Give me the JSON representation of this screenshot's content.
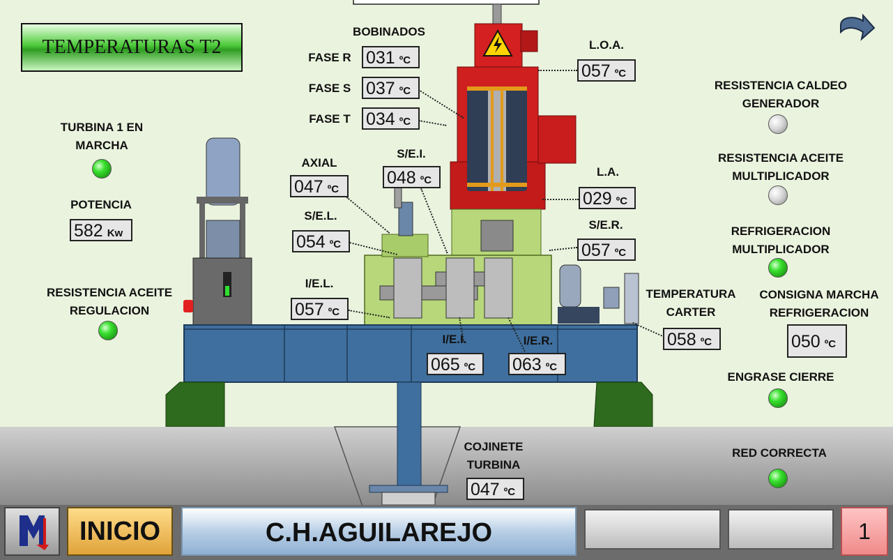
{
  "title": "TEMPERATURAS T2",
  "bobinados": {
    "header": "BOBINADOS",
    "fase_r": {
      "label": "FASE R",
      "value": "031",
      "unit": "ºC"
    },
    "fase_s": {
      "label": "FASE S",
      "value": "037",
      "unit": "ºC"
    },
    "fase_t": {
      "label": "FASE T",
      "value": "034",
      "unit": "ºC"
    }
  },
  "loa": {
    "label": "L.O.A.",
    "value": "057",
    "unit": "ºC"
  },
  "la": {
    "label": "L.A.",
    "value": "029",
    "unit": "ºC"
  },
  "ser": {
    "label": "S/E.R.",
    "value": "057",
    "unit": "ºC"
  },
  "sei": {
    "label": "S/E.I.",
    "value": "048",
    "unit": "ºC"
  },
  "axial": {
    "label": "AXIAL",
    "value": "047",
    "unit": "ºC"
  },
  "sel": {
    "label": "S/E.L.",
    "value": "054",
    "unit": "ºC"
  },
  "iel": {
    "label": "I/E.L.",
    "value": "057",
    "unit": "ºC"
  },
  "iei": {
    "label": "I/E.I.",
    "value": "065",
    "unit": "ºC"
  },
  "ier": {
    "label": "I/E.R.",
    "value": "063",
    "unit": "ºC"
  },
  "carter": {
    "label": "TEMPERATURA CARTER",
    "value": "058",
    "unit": "ºC"
  },
  "cojinete": {
    "label": "COJINETE TURBINA",
    "value": "047",
    "unit": "ºC"
  },
  "turbina_marcha": {
    "label": "TURBINA 1 EN MARCHA",
    "state": "on"
  },
  "potencia": {
    "label": "POTENCIA",
    "value": "582",
    "unit": "Kw"
  },
  "resist_aceite_regulacion": {
    "label": "RESISTENCIA ACEITE REGULACION",
    "state": "on"
  },
  "resist_caldeo_generador": {
    "label": "RESISTENCIA CALDEO GENERADOR",
    "state": "off"
  },
  "resist_aceite_multiplicador": {
    "label": "RESISTENCIA ACEITE MULTIPLICADOR",
    "state": "off"
  },
  "refrig_multiplicador": {
    "label": "REFRIGERACION MULTIPLICADOR",
    "state": "on"
  },
  "consigna": {
    "label": "CONSIGNA MARCHA REFRIGERACION",
    "value": "050",
    "unit": "ºC"
  },
  "engrase_cierre": {
    "label": "ENGRASE CIERRE",
    "state": "on"
  },
  "red_correcta": {
    "label": "RED CORRECTA",
    "state": "on"
  },
  "nav": {
    "inicio": "INICIO",
    "station": "C.H.AGUILAREJO",
    "page": "1"
  },
  "icons": {
    "logo": "company-logo-icon",
    "back": "back-arrow-icon",
    "warning": "high-voltage-warning-icon"
  },
  "colors": {
    "background": "#eaf3de",
    "led_on": "#38e02e",
    "led_off": "#d8d8d8",
    "generator": "#d42020",
    "gearbox": "#b7d77a",
    "base": "#3f6f9e"
  }
}
